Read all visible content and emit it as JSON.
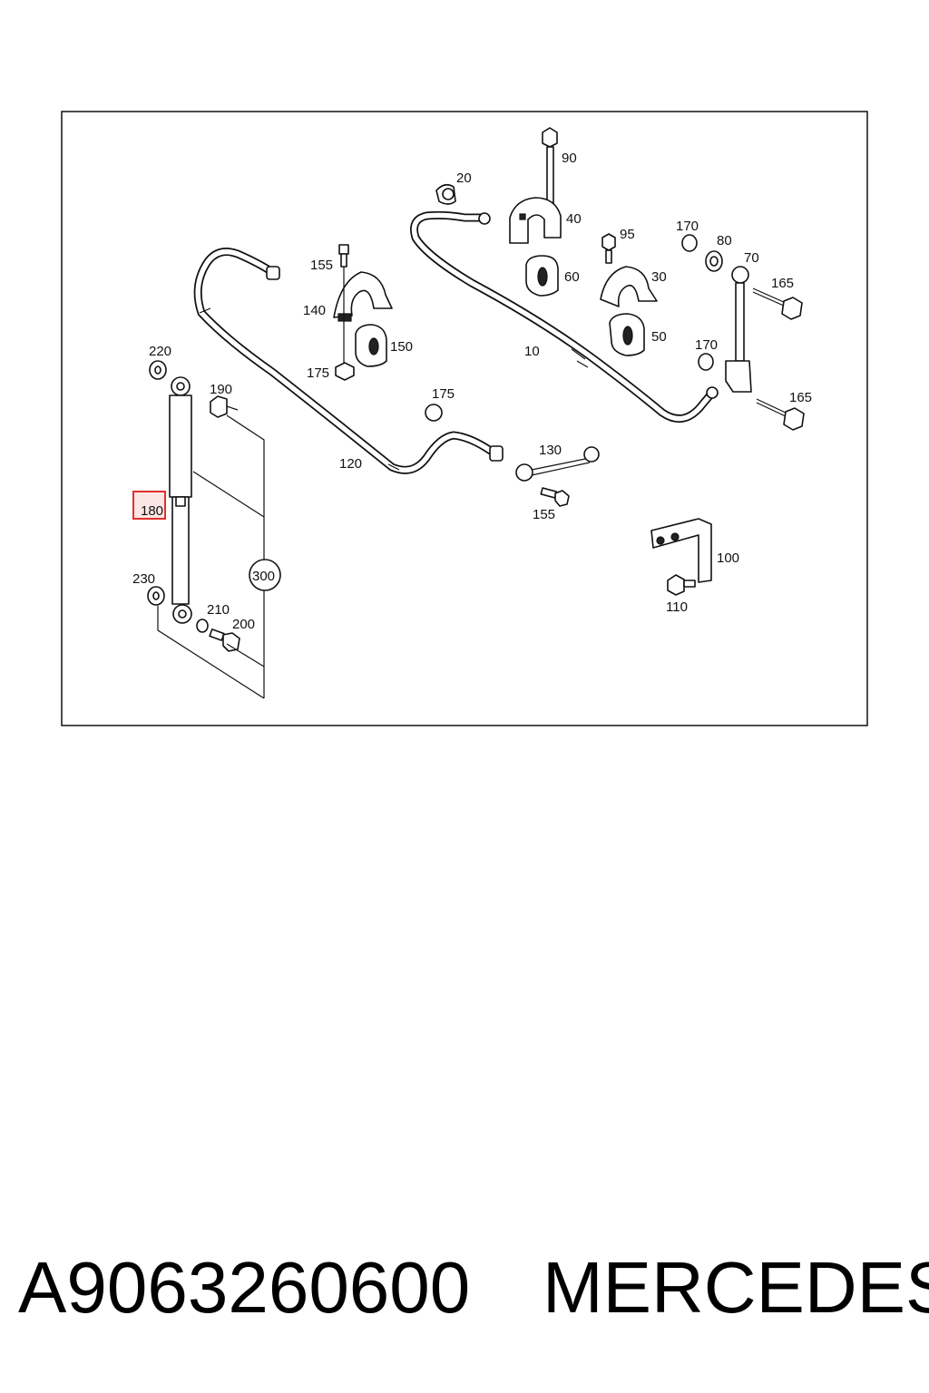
{
  "diagram": {
    "highlighted_label": "180",
    "callouts": {
      "c10": "10",
      "c20": "20",
      "c30": "30",
      "c40": "40",
      "c50": "50",
      "c60": "60",
      "c70": "70",
      "c80": "80",
      "c90": "90",
      "c95": "95",
      "c100": "100",
      "c110": "110",
      "c120": "120",
      "c130": "130",
      "c140": "140",
      "c150": "150",
      "c155a": "155",
      "c155b": "155",
      "c165a": "165",
      "c165b": "165",
      "c170a": "170",
      "c170b": "170",
      "c175a": "175",
      "c175b": "175",
      "c190": "190",
      "c200": "200",
      "c210": "210",
      "c220": "220",
      "c230": "230",
      "c300": "300"
    },
    "highlight_color": "#e0302a"
  },
  "caption": {
    "part_number": "A9063260600",
    "brand": "MERCEDES"
  }
}
